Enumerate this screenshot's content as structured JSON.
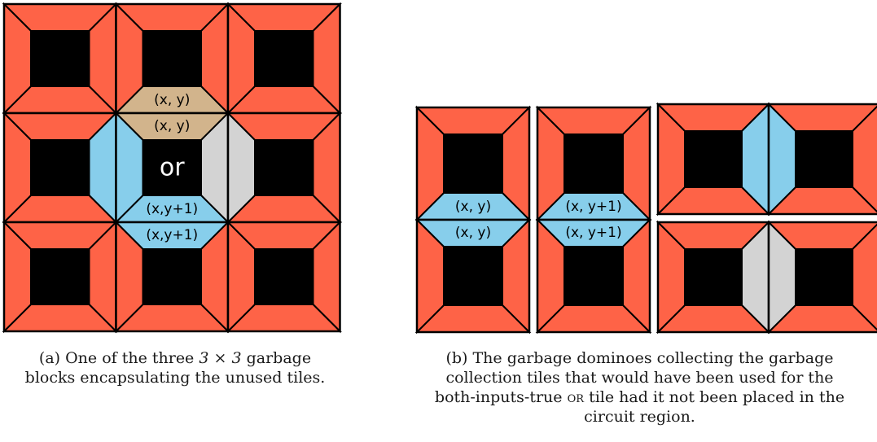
{
  "colors": {
    "tile": "#fe6347",
    "center": "#000000",
    "tan": "#d2b48c",
    "blue": "#87ceeb",
    "gray": "#d3d3d3",
    "stroke": "#000000"
  },
  "panel_a": {
    "top_label_upper": "(x, y)",
    "top_label_lower": "(x, y)",
    "gate_label": "or",
    "bottom_label_upper": "(x,y+1)",
    "bottom_label_lower": "(x,y+1)",
    "caption": {
      "prefix": "(a)  One of the three",
      "math": "3 × 3",
      "suffix": "garbage",
      "line2": "blocks encapsulating the unused tiles."
    }
  },
  "panel_b": {
    "domino1_upper": "(x, y)",
    "domino1_lower": "(x, y)",
    "domino2_upper": "(x, y+1)",
    "domino2_lower": "(x, y+1)",
    "caption": {
      "line1": "(b)  The garbage dominoes collecting the garbage",
      "line2": "collection tiles that would have been used for the",
      "line3_prefix": "both-inputs-true",
      "line3_sc": "or",
      "line3_suffix": "tile had it not been placed in the",
      "line4": "circuit region."
    }
  }
}
